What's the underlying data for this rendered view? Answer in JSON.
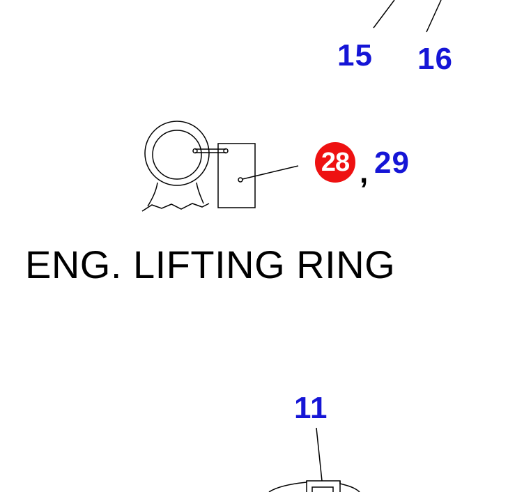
{
  "callouts": {
    "c15": "15",
    "c16": "16",
    "c28": "28",
    "c29": "29",
    "c11": "11",
    "separator": ","
  },
  "title": "ENG. LIFTING RING",
  "colors": {
    "callout_blue": "#1515d6",
    "highlight_red": "#ee1111",
    "line": "#000000",
    "background": "#ffffff"
  }
}
